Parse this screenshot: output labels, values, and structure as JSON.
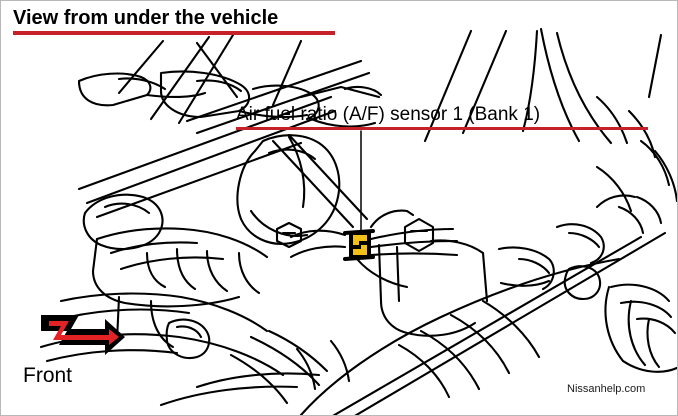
{
  "figure": {
    "title": "View from under the vehicle",
    "callout_label": "Air fuel ratio (A/F) sensor 1 (Bank 1)",
    "direction_label": "Front",
    "watermark": "Nissanhelp.com",
    "colors": {
      "accent_red": "#c62128",
      "arrow_fill": "#e32226",
      "connector_yellow": "#f2c117",
      "line_black": "#000000",
      "background": "#ffffff",
      "border_gray": "#b8b8b8"
    },
    "annotations": {
      "title_underline": "red",
      "callout_underline": "red",
      "leader_line": "vertical line from callout underline down to A/F sensor connector",
      "arrow_direction": "right",
      "arrow_meaning": "vehicle front direction"
    },
    "subject": "underbody line drawing of engine exhaust manifold, subframe and A/F sensor harness connector"
  }
}
